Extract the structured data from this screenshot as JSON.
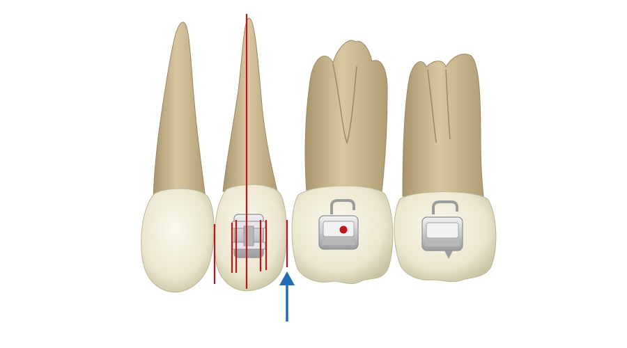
{
  "figure": {
    "teeth": [
      {
        "name": "canine"
      },
      {
        "name": "first-premolar",
        "bracket": "bracket"
      },
      {
        "name": "first-molar",
        "bracket": "buccal-tube",
        "marker": "red-dot"
      },
      {
        "name": "second-molar",
        "bracket": "buccal-tube"
      }
    ],
    "reference_lines": [
      "long-axis-line",
      "bracket-edge-lines",
      "crown-edge-lines"
    ],
    "indicator": "blue-arrow-up"
  },
  "colors": {
    "background": "#ffffff",
    "root": "#cdbb94",
    "root_shadow": "#a8956d",
    "crown": "#ede9d6",
    "crown_shadow": "#c9c4a8",
    "metal": "#cfd0d0",
    "metal_dark": "#8c8e8f",
    "red_line": "#c0141a",
    "blue_arrow": "#1f6fb2"
  }
}
